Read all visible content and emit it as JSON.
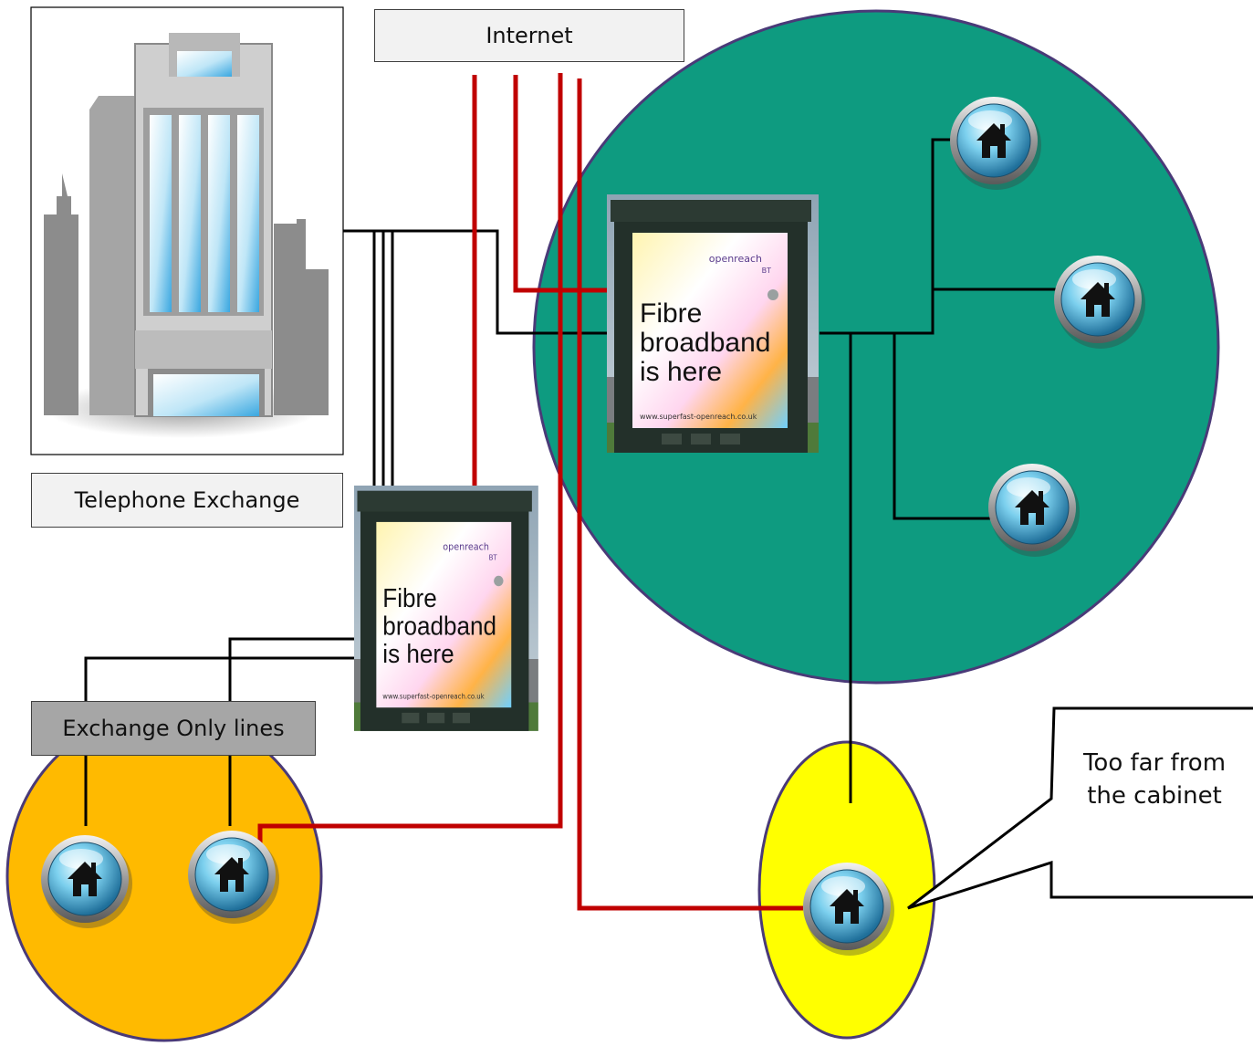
{
  "labels": {
    "internet": "Internet",
    "telephone_exchange": "Telephone Exchange",
    "exchange_only_lines": "Exchange Only lines",
    "callout_line1": "Too far from",
    "callout_line2": "the cabinet"
  },
  "cabinet": {
    "brand": "openreach",
    "brand_sub": "BT",
    "headline_1": "Fibre",
    "headline_2": "broadband",
    "headline_3": "is here",
    "url": "www.superfast-openreach.co.uk"
  },
  "colors": {
    "fibre_line": "#c00000",
    "copper_line": "#000000",
    "cabinet_zone": "#0e9b80",
    "eo_zone": "#ffba00",
    "too_far_zone": "#ffff00",
    "zone_border": "#4a3a78",
    "eo_label_bg": "#a6a6a6",
    "label_bg": "#f2f2f2"
  },
  "icons": {
    "house": "house-icon",
    "building": "office-building-icon",
    "cabinet": "street-cabinet-icon"
  }
}
